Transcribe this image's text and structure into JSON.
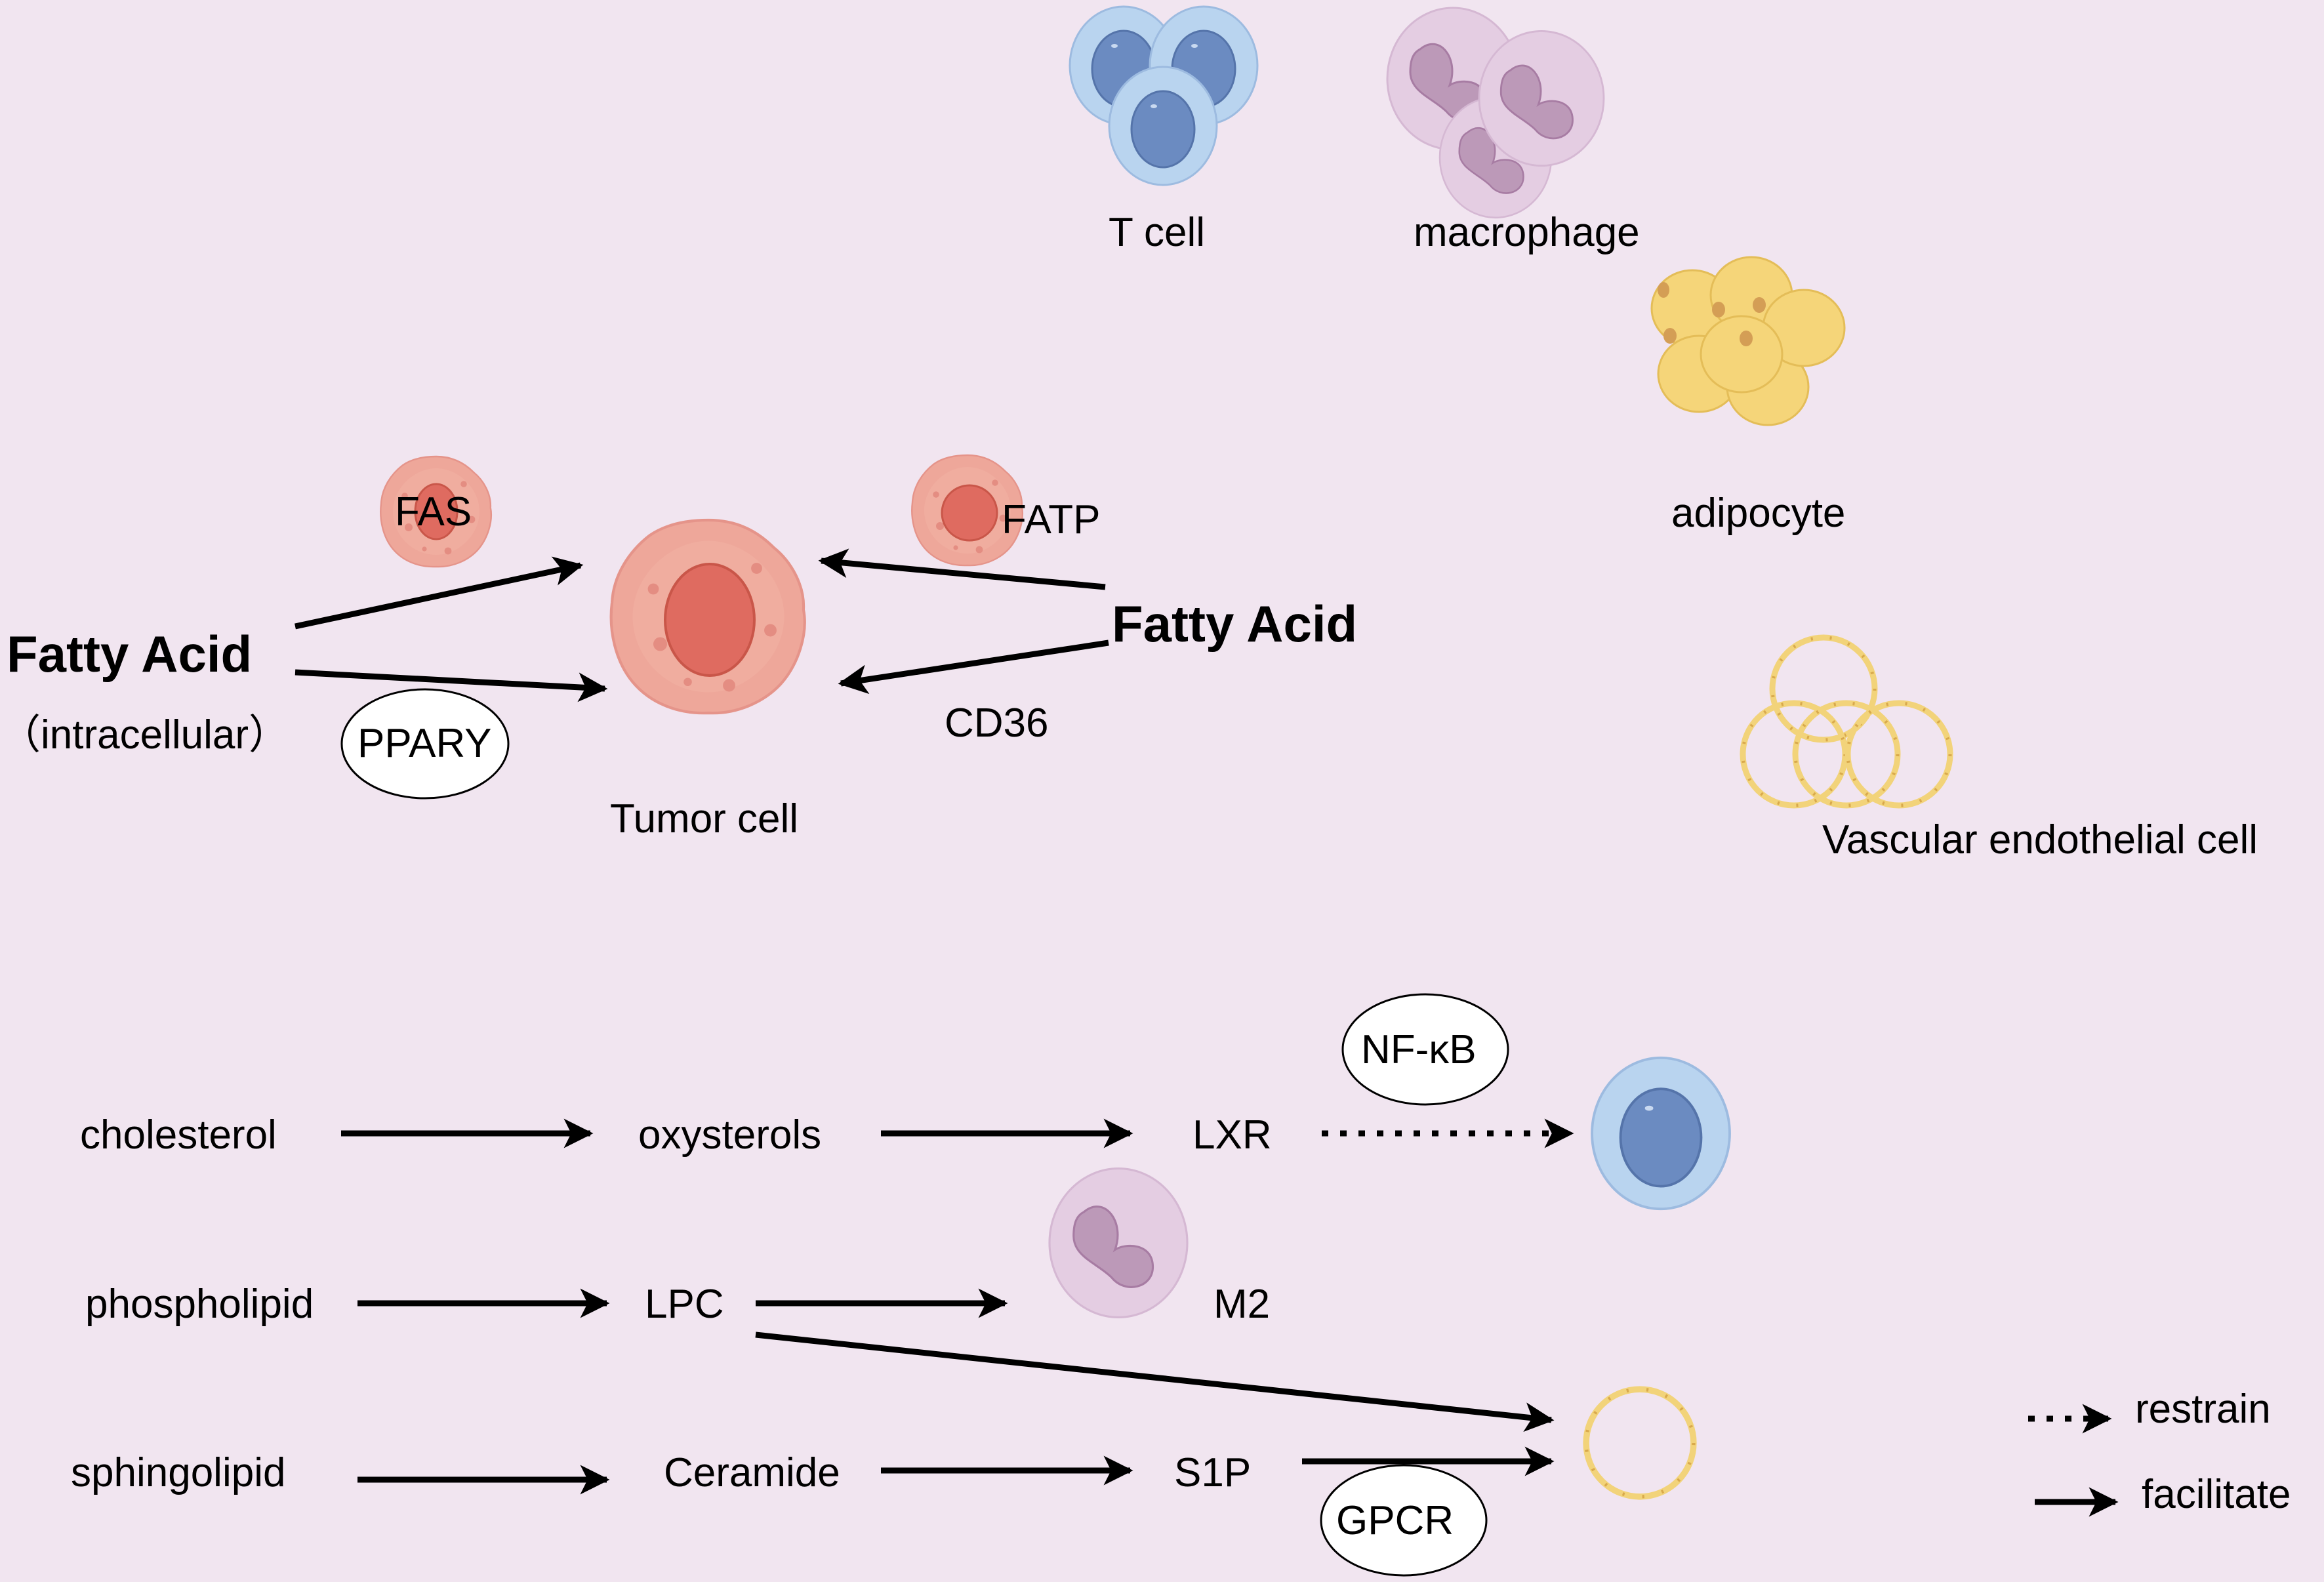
{
  "colors": {
    "background": "#f1e5f0",
    "tcell_outer": "#b9d4ef",
    "tcell_nucleus": "#6b8bc1",
    "macrophage_outer": "#e4cde2",
    "macrophage_nucleus": "#bc99b8",
    "tumor_outer": "#eea79a",
    "tumor_nucleus": "#df6b60",
    "adipocyte": "#f5d579",
    "adipocyte_nucleus": "#d49e55",
    "endothelial": "#f2d37a"
  },
  "cell_types": {
    "t_cell": "T cell",
    "macrophage": "macrophage",
    "adipocyte": "adipocyte",
    "vascular_endothelial": "Vascular endothelial cell",
    "tumor_cell": "Tumor cell"
  },
  "fatty_acid": {
    "left_title": "Fatty Acid",
    "left_subtitle": "（intracellular）",
    "right_title": "Fatty Acid",
    "fas": "FAS",
    "fatp": "FATP",
    "cd36": "CD36",
    "ppar": "PPARY"
  },
  "pathways": [
    {
      "source": "cholesterol",
      "intermediate": "oxysterols",
      "effector": "LXR",
      "mediator": "NF-κB",
      "target": "T cell",
      "relation": "restrain"
    },
    {
      "source": "phospholipid",
      "intermediate": "LPC",
      "target": "M2",
      "second_target": "Vascular endothelial cell",
      "relation": "facilitate"
    },
    {
      "source": "sphingolipid",
      "intermediate": "Ceramide",
      "effector": "S1P",
      "mediator": "GPCR",
      "target": "Vascular endothelial cell",
      "relation": "facilitate"
    }
  ],
  "labels": {
    "m2": "M2"
  },
  "legend": {
    "restrain": "restrain",
    "facilitate": "facilitate"
  }
}
